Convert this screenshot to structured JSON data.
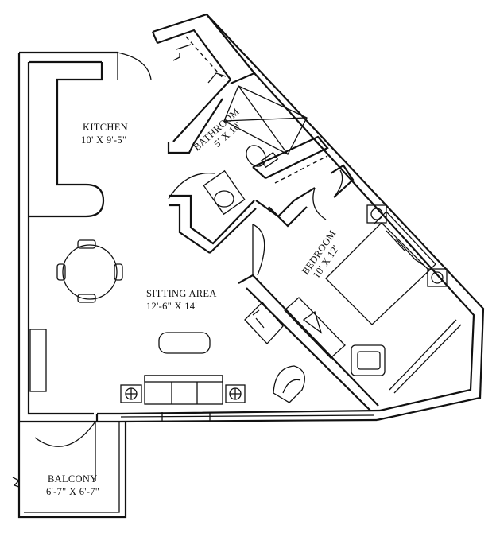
{
  "rooms": {
    "kitchen": {
      "name": "KITCHEN",
      "size": "10' X 9'-5\""
    },
    "bathroom": {
      "name": "BATHROOM",
      "size": "5' X 10'"
    },
    "bedroom": {
      "name": "BEDROOM",
      "size": "10' X 12'"
    },
    "sitting_area": {
      "name": "SITTING AREA",
      "size": "12'-6\" X 14'"
    },
    "balcony": {
      "name": "BALCONY",
      "size": "6'-7\" X 6'-7\""
    }
  }
}
